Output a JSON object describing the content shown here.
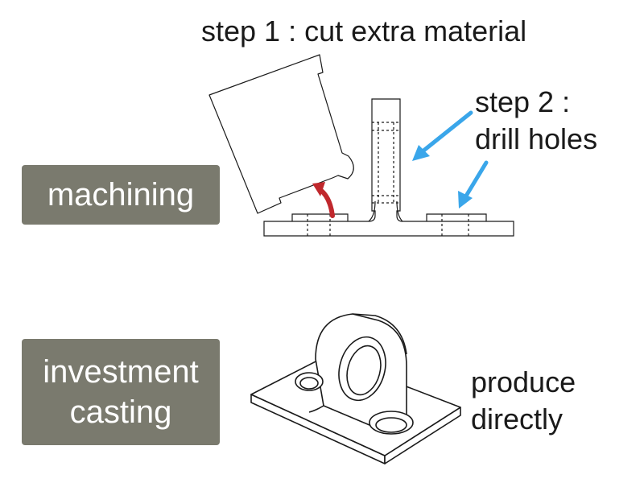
{
  "labels": {
    "machining": "machining",
    "investment_line1": "investment",
    "investment_line2": "casting"
  },
  "captions": {
    "step1": "step 1 : cut extra material",
    "step2_line1": "step 2 :",
    "step2_line2": "drill holes",
    "produce_line1": "produce",
    "produce_line2": "directly"
  },
  "colors": {
    "label_bg": "#7a7a6e",
    "label_text": "#ffffff",
    "arrow_blue": "#3aa6ea",
    "arrow_red": "#c0282d",
    "line": "#1a1a1a"
  }
}
